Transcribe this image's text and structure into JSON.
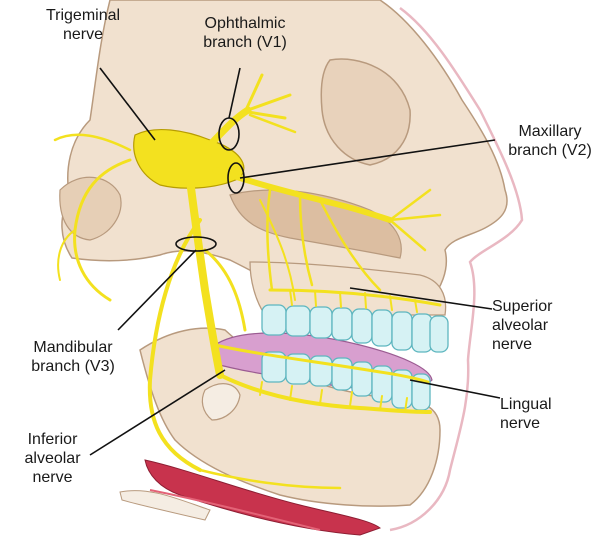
{
  "colors": {
    "bone": "#f1e1cf",
    "bone_shadow": "#dcbea1",
    "bone_outline": "#b89a7e",
    "skin_outline": "#e9b8c2",
    "nerve": "#f3e11f",
    "nerve_outline": "#b79d00",
    "teeth": "#d6f2f4",
    "teeth_outline": "#5eb6bf",
    "tongue": "#d89fcf",
    "muscle": "#c8334d",
    "leader": "#111111"
  },
  "labels": {
    "trigeminal": "Trigeminal\nnerve",
    "ophthalmic": "Ophthalmic\nbranch (V1)",
    "maxillary": "Maxillary\nbranch (V2)",
    "mandibular": "Mandibular\nbranch (V3)",
    "superior_alveolar": "Superior\nalveolar\nnerve",
    "lingual": "Lingual\nnerve",
    "inferior_alveolar": "Inferior\nalveolar\nnerve"
  }
}
